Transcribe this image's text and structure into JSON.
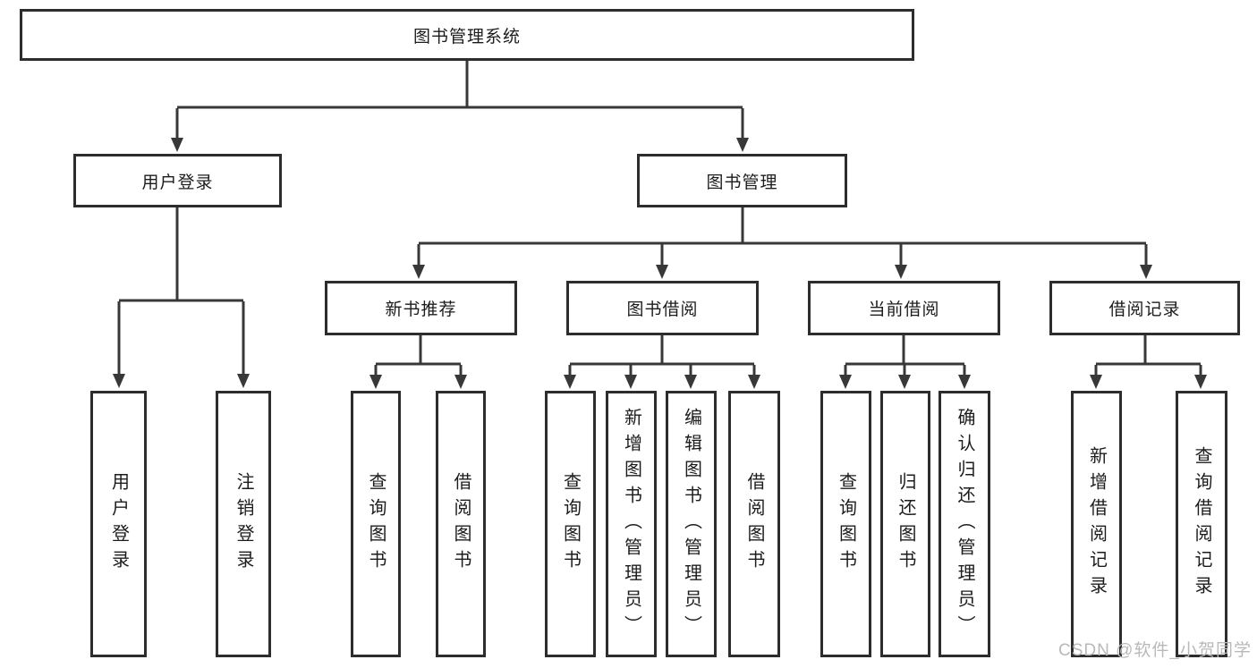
{
  "diagram": {
    "root": {
      "label": "图书管理系统"
    },
    "branches": [
      {
        "label": "用户登录",
        "children": [
          {
            "label": "用户登录"
          },
          {
            "label": "注销登录"
          }
        ]
      },
      {
        "label": "图书管理",
        "children": [
          {
            "label": "新书推荐",
            "children": [
              {
                "label": "查询图书"
              },
              {
                "label": "借阅图书"
              }
            ]
          },
          {
            "label": "图书借阅",
            "children": [
              {
                "label": "查询图书"
              },
              {
                "label": "新增图书（管理员）"
              },
              {
                "label": "编辑图书（管理员）"
              },
              {
                "label": "借阅图书"
              }
            ]
          },
          {
            "label": "当前借阅",
            "children": [
              {
                "label": "查询图书"
              },
              {
                "label": "归还图书"
              },
              {
                "label": "确认归还（管理员）"
              }
            ]
          },
          {
            "label": "借阅记录",
            "children": [
              {
                "label": "新增借阅记录"
              },
              {
                "label": "查询借阅记录"
              }
            ]
          }
        ]
      }
    ]
  },
  "watermark": {
    "text": "CSDN @软件_小贺同学"
  },
  "colors": {
    "line": "#383838",
    "box_border": "#2d2d2d",
    "text": "#1c1c1c",
    "watermark": "#b9b9b9",
    "background": "#ffffff"
  }
}
